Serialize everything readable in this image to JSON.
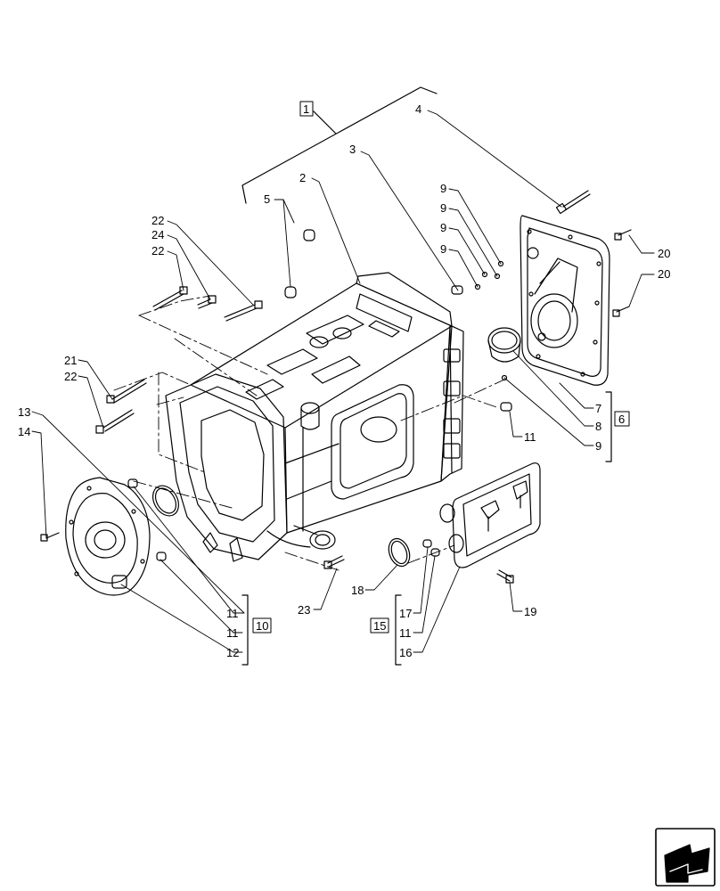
{
  "diagram": {
    "group_labels": {
      "g1": "1",
      "g6": "6",
      "g10": "10",
      "g15": "15"
    },
    "part_labels": {
      "p2": "2",
      "p3": "3",
      "p4": "4",
      "p5": "5",
      "p9a": "9",
      "p9b": "9",
      "p9c": "9",
      "p9d": "9",
      "p22a": "22",
      "p24": "24",
      "p22b": "22",
      "p20a": "20",
      "p20b": "20",
      "p21": "21",
      "p22c": "22",
      "p13": "13",
      "p14": "14",
      "p7": "7",
      "p8": "8",
      "p9e": "9",
      "p11a": "11",
      "p18": "18",
      "p23": "23",
      "p17": "17",
      "p11b": "11",
      "p16": "16",
      "p19": "19",
      "p11c": "11",
      "p11d": "11",
      "p12": "12"
    }
  }
}
